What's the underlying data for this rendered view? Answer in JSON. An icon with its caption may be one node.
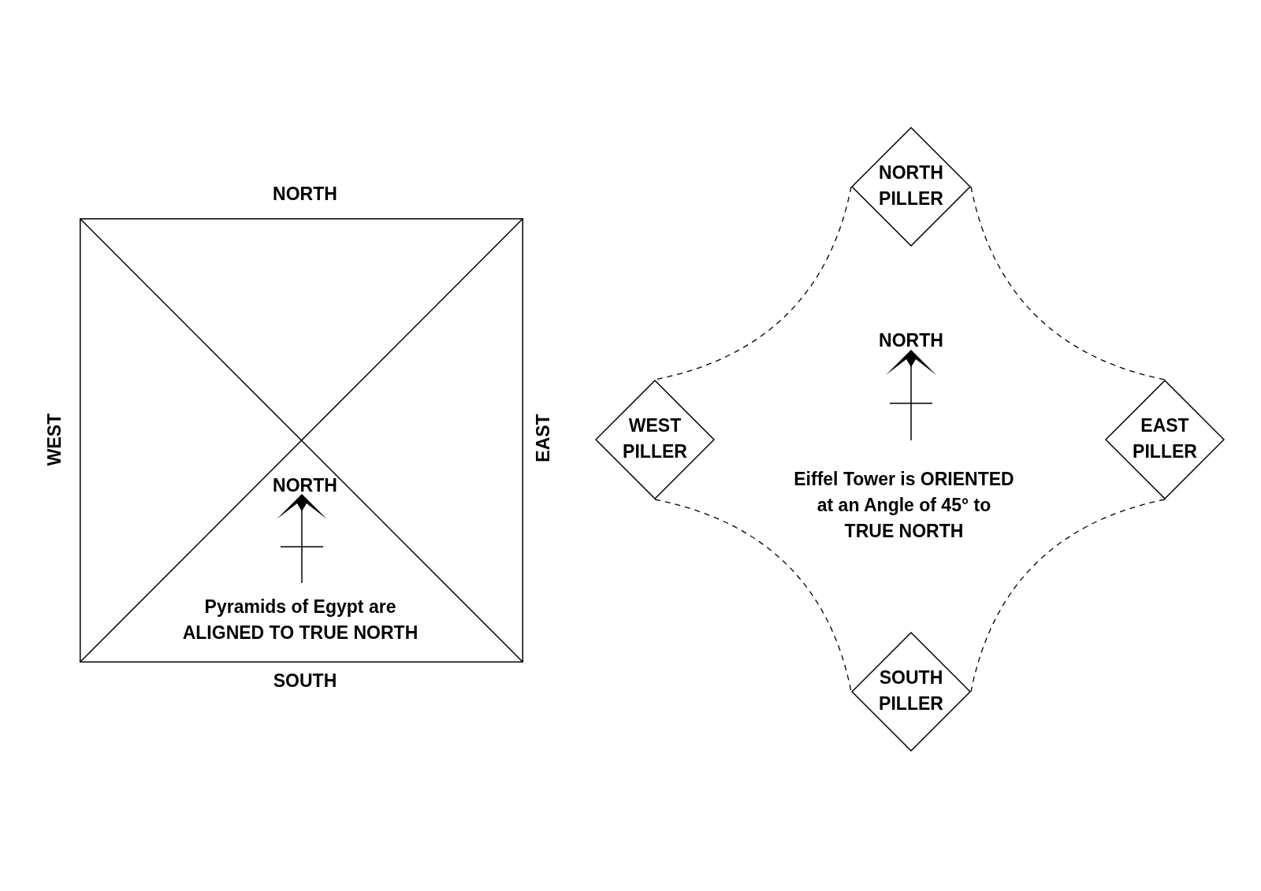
{
  "diagram": {
    "nodes": [
      {
        "text": [
          "Pyramids of Egypt are ALIGNED TO TRUE NORTH"
        ]
      },
      {
        "text": [
          "NORTH PILLER"
        ]
      },
      {
        "text": [
          "WEST PILLER"
        ]
      },
      {
        "text": [
          "EAST PILLER"
        ]
      },
      {
        "text": [
          "SOUTH PILLER"
        ]
      }
    ],
    "edges": [
      {
        "from": 1,
        "to": 2,
        "arrow": "none",
        "style": "dashed"
      },
      {
        "from": 1,
        "to": 3,
        "arrow": "none",
        "style": "dashed"
      },
      {
        "from": 2,
        "to": 4,
        "arrow": "none",
        "style": "dashed"
      },
      {
        "from": 3,
        "to": 4,
        "arrow": "none",
        "style": "dashed"
      }
    ],
    "labels": [
      "NORTH",
      "WEST",
      "EAST",
      "NORTH",
      "SOUTH",
      "NORTH",
      "Eiffel Tower is ORIENTED at an Angle of 45° to TRUE NORTH"
    ]
  }
}
